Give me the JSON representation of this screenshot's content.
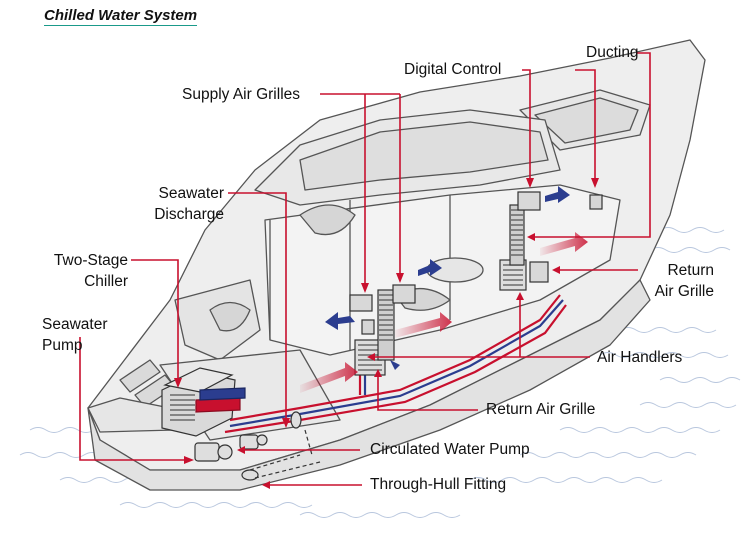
{
  "title": "Chilled Water System",
  "labels": {
    "ducting": "Ducting",
    "digital_control": "Digital Control",
    "supply_air_grilles": "Supply Air Grilles",
    "seawater_discharge_1": "Seawater",
    "seawater_discharge_2": "Discharge",
    "two_stage_chiller_1": "Two-Stage",
    "two_stage_chiller_2": "Chiller",
    "seawater_pump_1": "Seawater",
    "seawater_pump_2": "Pump",
    "return_air_grille_right_1": "Return",
    "return_air_grille_right_2": "Air Grille",
    "air_handlers": "Air Handlers",
    "return_air_grille_bottom": "Return Air Grille",
    "circulated_water_pump": "Circulated Water Pump",
    "through_hull_fitting": "Through-Hull Fitting"
  },
  "colors": {
    "leader": "#c8102e",
    "supply_pipe": "#2b3d8f",
    "return_pipe": "#c8102e",
    "boat_fill": "#eeeeee",
    "boat_outline": "#555555",
    "water_lines": "#b9c7de",
    "title_underline": "#1a9a8a"
  }
}
